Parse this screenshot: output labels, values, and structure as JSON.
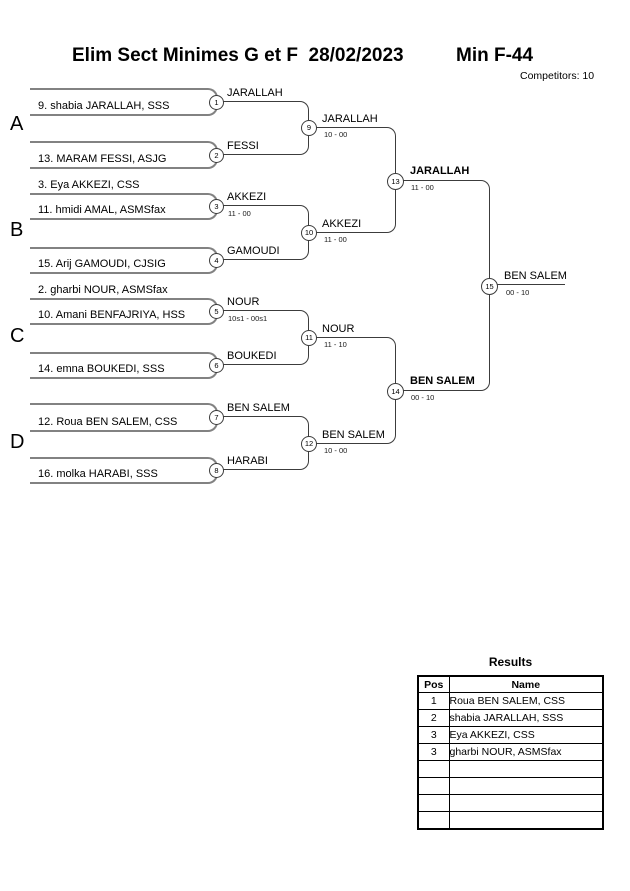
{
  "header": {
    "title_left": "Elim Sect Minimes G et F  28/02/2023",
    "title_right": "Min F-44",
    "competitors": "Competitors: 10"
  },
  "bracket": {
    "sections": [
      {
        "label": "A"
      },
      {
        "label": "B"
      },
      {
        "label": "C"
      },
      {
        "label": "D"
      }
    ],
    "entrants": [
      {
        "name": "9. shabia JARALLAH, SSS"
      },
      {
        "name": "13. MARAM FESSI, ASJG"
      },
      {
        "name": "3. Eya AKKEZI, CSS"
      },
      {
        "name": "11. hmidi AMAL, ASMSfax"
      },
      {
        "name": "15. Arij GAMOUDI, CJSIG"
      },
      {
        "name": "2. gharbi NOUR, ASMSfax"
      },
      {
        "name": "10. Amani BENFAJRIYA, HSS"
      },
      {
        "name": "14. emna BOUKEDI, SSS"
      },
      {
        "name": "12. Roua BEN SALEM, CSS"
      },
      {
        "name": "16. molka HARABI, SSS"
      }
    ],
    "matches": [
      {
        "num": "1",
        "winner": "JARALLAH",
        "score": ""
      },
      {
        "num": "2",
        "winner": "FESSI",
        "score": ""
      },
      {
        "num": "3",
        "winner": "AKKEZI",
        "score": "11 - 00"
      },
      {
        "num": "4",
        "winner": "GAMOUDI",
        "score": ""
      },
      {
        "num": "5",
        "winner": "NOUR",
        "score": "10s1 - 00s1"
      },
      {
        "num": "6",
        "winner": "BOUKEDI",
        "score": ""
      },
      {
        "num": "7",
        "winner": "BEN SALEM",
        "score": ""
      },
      {
        "num": "8",
        "winner": "HARABI",
        "score": ""
      },
      {
        "num": "9",
        "winner": "JARALLAH",
        "score": "10 - 00"
      },
      {
        "num": "10",
        "winner": "AKKEZI",
        "score": "11 - 00"
      },
      {
        "num": "11",
        "winner": "NOUR",
        "score": "11 - 10"
      },
      {
        "num": "12",
        "winner": "BEN SALEM",
        "score": "10 - 00"
      },
      {
        "num": "13",
        "winner": "JARALLAH",
        "score": "11 - 00"
      },
      {
        "num": "14",
        "winner": "BEN SALEM",
        "score": "00 - 10"
      },
      {
        "num": "15",
        "winner": "BEN SALEM",
        "score": "00 - 10"
      }
    ]
  },
  "results": {
    "title": "Results",
    "columns": [
      {
        "label": "Pos"
      },
      {
        "label": "Name"
      }
    ],
    "rows": [
      {
        "pos": "1",
        "name": "Roua BEN SALEM, CSS"
      },
      {
        "pos": "2",
        "name": "shabia JARALLAH, SSS"
      },
      {
        "pos": "3",
        "name": "Eya AKKEZI, CSS"
      },
      {
        "pos": "3",
        "name": "gharbi NOUR, ASMSfax"
      },
      {
        "pos": "",
        "name": ""
      },
      {
        "pos": "",
        "name": ""
      },
      {
        "pos": "",
        "name": ""
      },
      {
        "pos": "",
        "name": ""
      }
    ]
  }
}
